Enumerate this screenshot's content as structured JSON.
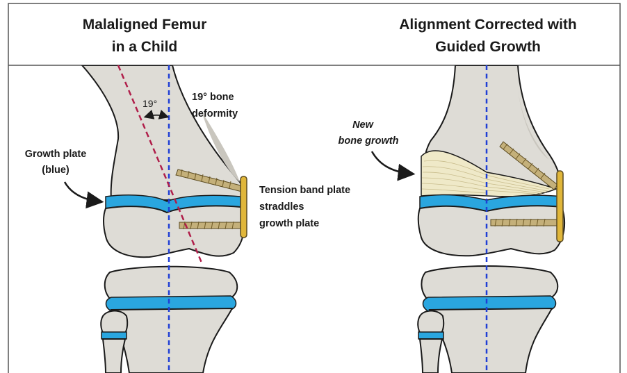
{
  "left_panel": {
    "title_line1": "Malaligned Femur",
    "title_line2": "in a Child",
    "angle_label": "19°",
    "deformity_line1": "19° bone",
    "deformity_line2": "deformity",
    "growth_plate_line1": "Growth plate",
    "growth_plate_line2": "(blue)",
    "tension_line1": "Tension band plate",
    "tension_line2": "straddles",
    "tension_line3": "growth plate"
  },
  "right_panel": {
    "title_line1": "Alignment Corrected with",
    "title_line2": "Guided Growth",
    "new_growth_line1": "New",
    "new_growth_line2": "bone growth"
  },
  "colors": {
    "growth_plate": "#2aa6df",
    "mechanical_axis": "#1f3fd6",
    "deformity_axis": "#b01e4a",
    "tension_plate": "#e0b63a",
    "bone": "#dedcd6"
  },
  "icons": [
    "curved-arrow-icon",
    "double-arrow-icon",
    "screw-icon"
  ]
}
